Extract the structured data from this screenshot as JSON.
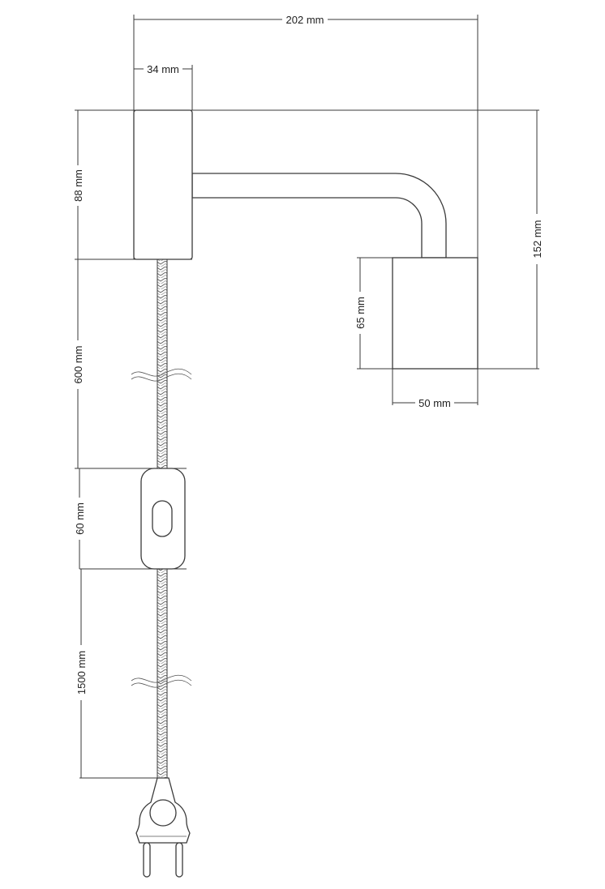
{
  "dimensions": {
    "total_width": "202 mm",
    "base_width": "34 mm",
    "base_height": "88 mm",
    "total_height": "152 mm",
    "cable_to_switch": "600 mm",
    "switch_length": "60 mm",
    "switch_to_plug": "1500 mm",
    "shade_height": "65 mm",
    "shade_width": "50 mm"
  },
  "colors": {
    "line": "#3a3a3a",
    "background": "#ffffff"
  }
}
